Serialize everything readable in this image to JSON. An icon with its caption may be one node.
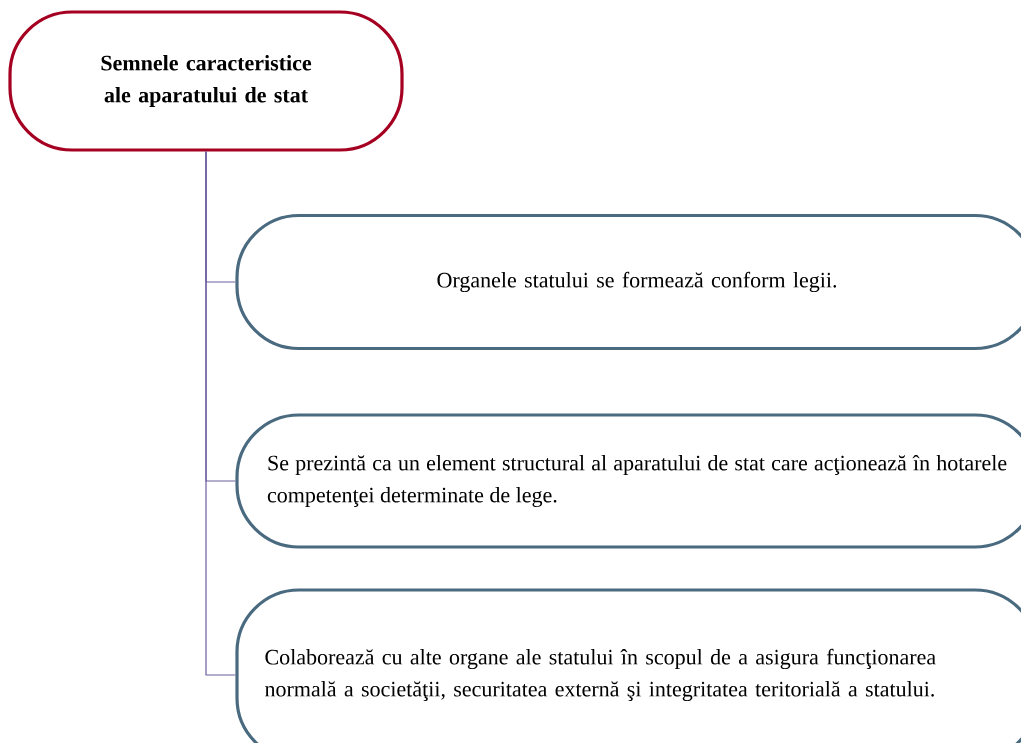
{
  "diagram": {
    "nodes": [
      {
        "text": [
          "Semnele caracteristice ale aparatului de stat"
        ]
      },
      {
        "text": [
          "Organele statului se formează conform legii."
        ]
      },
      {
        "text": [
          "Se prezintă ca un element structural al aparatului de stat care acţionează în hotarele competenţei determinate de lege."
        ]
      },
      {
        "text": [
          "Colaborează cu alte organe ale statului în scopul de a asigura funcţionarea normală a societăţii, securitatea externă şi integritatea teritorială a statului."
        ]
      }
    ],
    "edges": [
      {
        "from": 0,
        "to": 1,
        "arrow": "none"
      },
      {
        "from": 0,
        "to": 2,
        "arrow": "none"
      },
      {
        "from": 0,
        "to": 3,
        "arrow": "none"
      }
    ]
  }
}
